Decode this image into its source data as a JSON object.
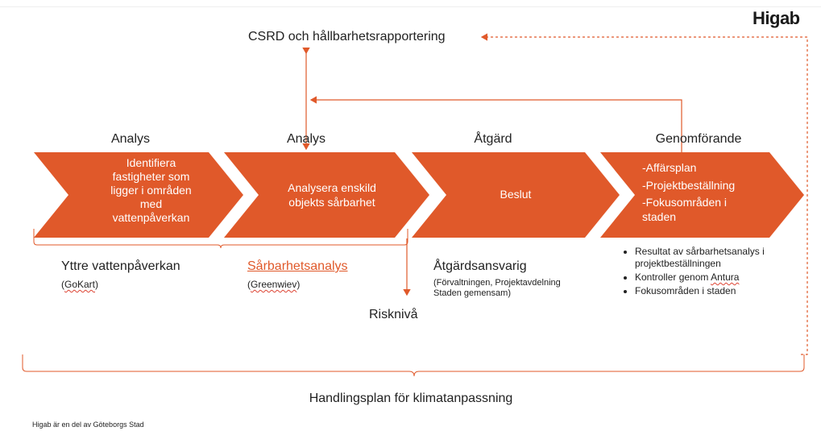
{
  "logo": "Higab",
  "top_title": "CSRD och hållbarhetsrapportering",
  "phases": [
    {
      "header": "Analys",
      "text_lines": [
        "Identifiera",
        "fastigheter som",
        "ligger i områden",
        "med",
        "vattenpåverkan"
      ]
    },
    {
      "header": "Analys",
      "text_lines": [
        "Analysera enskild",
        "objekts sårbarhet"
      ]
    },
    {
      "header": "Åtgärd",
      "text_lines": [
        "Beslut"
      ]
    },
    {
      "header": "Genomförande",
      "text_lines": [
        "-Affärsplan",
        "-Projektbeställning",
        "-Fokusområden i",
        "staden"
      ]
    }
  ],
  "below": {
    "col1_title": "Yttre vattenpåverkan",
    "col1_sub_open": "(",
    "col1_sub_link": "GoKart",
    "col1_sub_close": ")",
    "col2_title": "Sårbarhetsanalys",
    "col2_sub_open": "(",
    "col2_sub_link": "Greenwiev",
    "col2_sub_close": ")",
    "risk": "Risknivå",
    "col3_title": "Åtgärdsansvarig",
    "col3_sub_line1": "(Förvaltningen, Projektavdelning",
    "col3_sub_line2": "Staden gemensam)",
    "col4_bullets": [
      "Resultat av sårbarhetsanalys i projektbeställningen",
      "Kontroller genom",
      "Fokusområden i staden"
    ],
    "col4_bullet2_word": "Antura"
  },
  "bottom_label": "Handlingsplan för klimatanpassning",
  "footer": "Higab är en del av Göteborgs Stad",
  "colors": {
    "accent": "#e0592a",
    "text": "#222222"
  }
}
